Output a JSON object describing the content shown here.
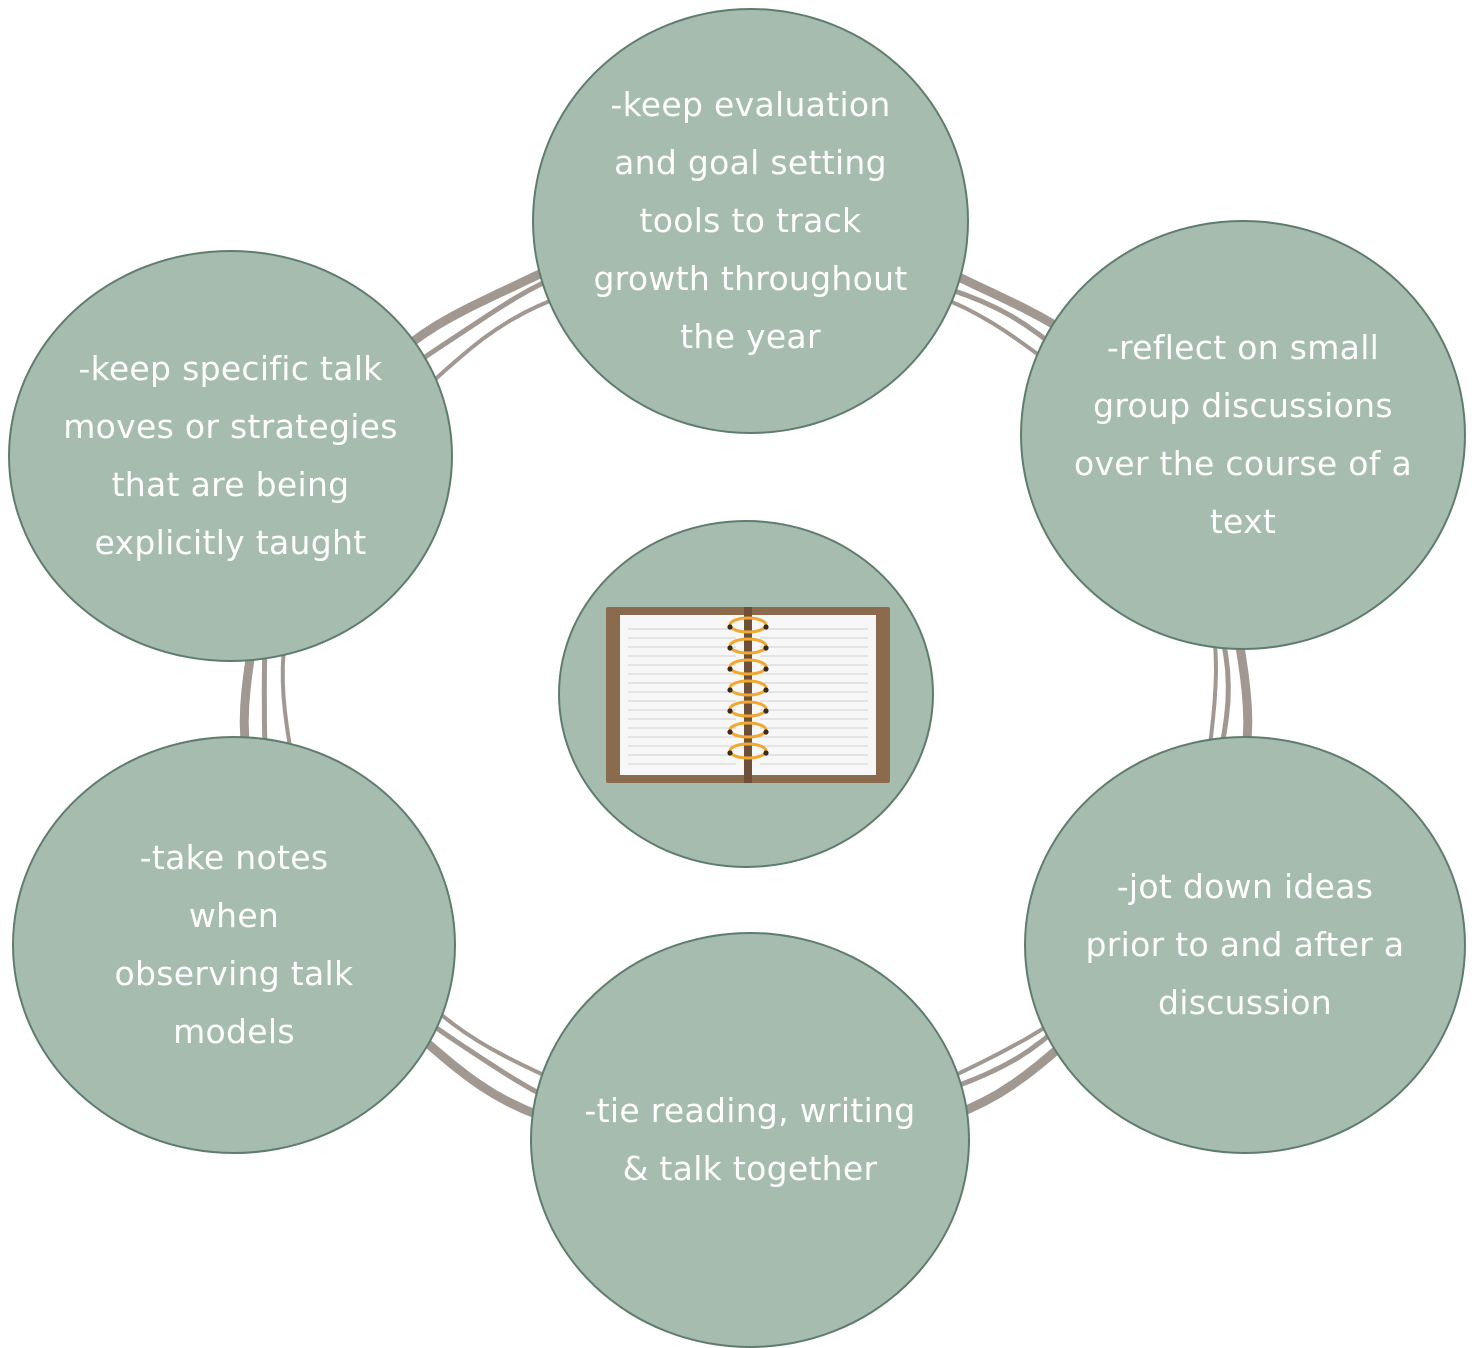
{
  "colors": {
    "node_fill": "#a5bcae",
    "node_border": "#5f7d6e",
    "text": "#ffffff",
    "ring": "#a29892",
    "notebook_cover": "#8b6b4e",
    "notebook_page": "#f7f7f7",
    "notebook_rings": "#f0a830"
  },
  "center": {
    "icon": "spiral-notebook-icon"
  },
  "nodes": {
    "top": "-keep evaluation\nand goal setting\ntools to track\ngrowth throughout\nthe year",
    "top_right": "-reflect on small\ngroup discussions\nover the course of a\ntext",
    "bottom_right": "-jot down ideas\nprior to and after a\ndiscussion",
    "bottom": "-tie reading, writing\n& talk together",
    "bottom_left": "-take notes\nwhen\nobserving talk\nmodels",
    "top_left": "-keep specific talk\nmoves or strategies\nthat are being\nexplicitly taught"
  }
}
